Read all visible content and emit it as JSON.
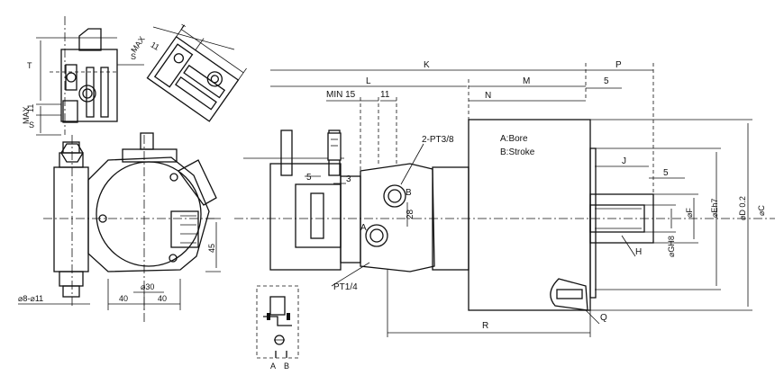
{
  "legend": {
    "a": "A:Bore",
    "b": "B:Stroke"
  },
  "dims": {
    "K": "K",
    "L": "L",
    "M": "M",
    "N": "N",
    "P": "P",
    "R": "R",
    "J": "J",
    "H": "H",
    "Q": "Q",
    "C": "⌀C",
    "D": "⌀D 0.2",
    "E": "⌀Eh7",
    "F": "⌀F",
    "G": "⌀GH8",
    "five_a": "5",
    "five_b": "5",
    "five_c": "5",
    "three": "3",
    "eleven_top": "11",
    "eleven_iso": "11",
    "eleven_side": "11",
    "min15": "MIN 15",
    "port1": "2-PT3/8",
    "port2": "PT1/4",
    "d28": "28",
    "d45": "45",
    "d30": "⌀30",
    "d40a": "40",
    "d40b": "40",
    "d8_11": "⌀8-⌀11",
    "T_top": "T",
    "T_side": "T",
    "S_top": "S",
    "S_side": "S",
    "max_top": "MAX",
    "max_side": "MAX",
    "port_A": "A",
    "port_B": "B",
    "sch_A": "A",
    "sch_B": "B"
  },
  "icons": [
    "hexagon-nut-icon",
    "connector-plug-icon",
    "hydraulic-schematic-icon"
  ]
}
